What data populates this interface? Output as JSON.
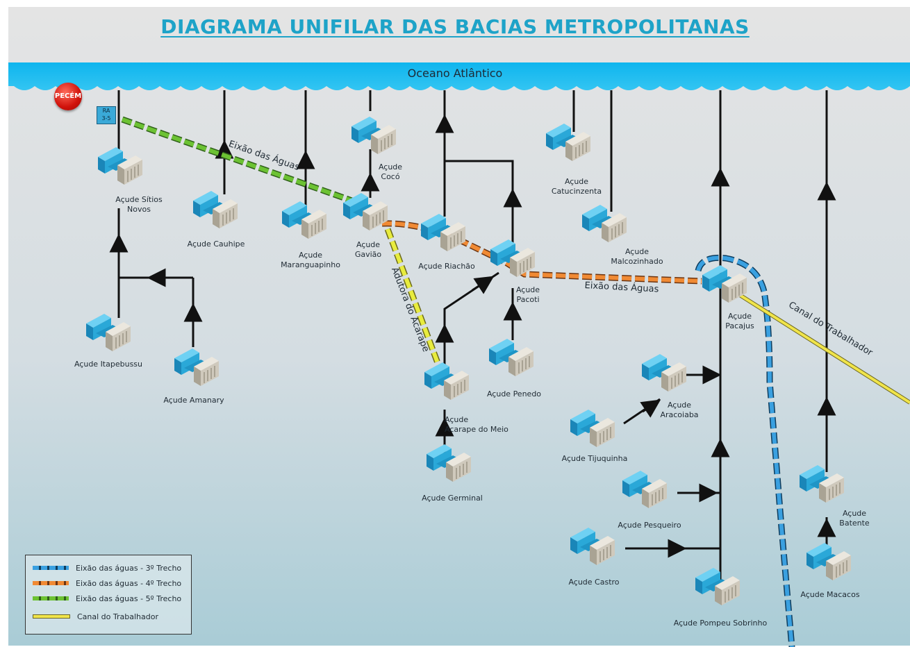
{
  "title": "DIAGRAMA UNIFILAR DAS BACIAS METROPOLITANAS",
  "ocean_label": "Oceano Atlântico",
  "pecem_label": "PECÉM",
  "ra_label": "RA\n3-5",
  "axis_labels": {
    "eixao_green": "Eixão das Águas",
    "eixao_orange": "Eixão das Águas",
    "adutora": "Adutora do Acarape",
    "canal": "Canal do Trabalhador"
  },
  "reservoirs": [
    {
      "id": "sitios-novos",
      "label": "Açude Sítios\nNovos"
    },
    {
      "id": "cauhipe",
      "label": "Açude Cauhipe"
    },
    {
      "id": "maranguapinho",
      "label": "Açude\nMaranguapinho"
    },
    {
      "id": "gaviao",
      "label": "Açude\nGavião"
    },
    {
      "id": "coco",
      "label": "Açude\nCocó"
    },
    {
      "id": "riachao",
      "label": "Açude Riachão"
    },
    {
      "id": "pacoti",
      "label": "Açude\nPacoti"
    },
    {
      "id": "catucinzenta",
      "label": "Açude\nCatucinzenta"
    },
    {
      "id": "malcozinhado",
      "label": "Açude\nMalcozinhado"
    },
    {
      "id": "pacajus",
      "label": "Açude\nPacajus"
    },
    {
      "id": "itapebussu",
      "label": "Açude Itapebussu"
    },
    {
      "id": "amanary",
      "label": "Açude Amanary"
    },
    {
      "id": "acarape",
      "label": "Açude\nAcarape do Meio"
    },
    {
      "id": "penedo",
      "label": "Açude Penedo"
    },
    {
      "id": "germinal",
      "label": "Açude Germinal"
    },
    {
      "id": "aracoiaba",
      "label": "Açude\nAracoiaba"
    },
    {
      "id": "tijuquinha",
      "label": "Açude Tijuquinha"
    },
    {
      "id": "pesqueiro",
      "label": "Açude Pesqueiro"
    },
    {
      "id": "castro",
      "label": "Açude Castro"
    },
    {
      "id": "pompeu",
      "label": "Açude Pompeu Sobrinho"
    },
    {
      "id": "batente",
      "label": "Açude\nBatente"
    },
    {
      "id": "macacos",
      "label": "Açude Macacos"
    }
  ],
  "legend": [
    {
      "label": "Eixão das águas - 3º Trecho",
      "color": "#2e8fd0"
    },
    {
      "label": "Eixão das águas - 4º Trecho",
      "color": "#e07a2a"
    },
    {
      "label": "Eixão das águas - 5º Trecho",
      "color": "#5aa82e"
    },
    {
      "label": "Canal do Trabalhador",
      "color": "#e8dc4a"
    }
  ],
  "colors": {
    "title": "#1ea3c8",
    "ocean": "#29b6e8",
    "eixao_3": "#2e8fd0",
    "eixao_4": "#e07a2a",
    "eixao_5": "#5aa82e",
    "canal": "#e8dc4a",
    "adutora": "#dfe24a",
    "flow_line": "#111111",
    "dam_blue": "#2aa8d8",
    "dam_wall": "#d6d1c6"
  }
}
